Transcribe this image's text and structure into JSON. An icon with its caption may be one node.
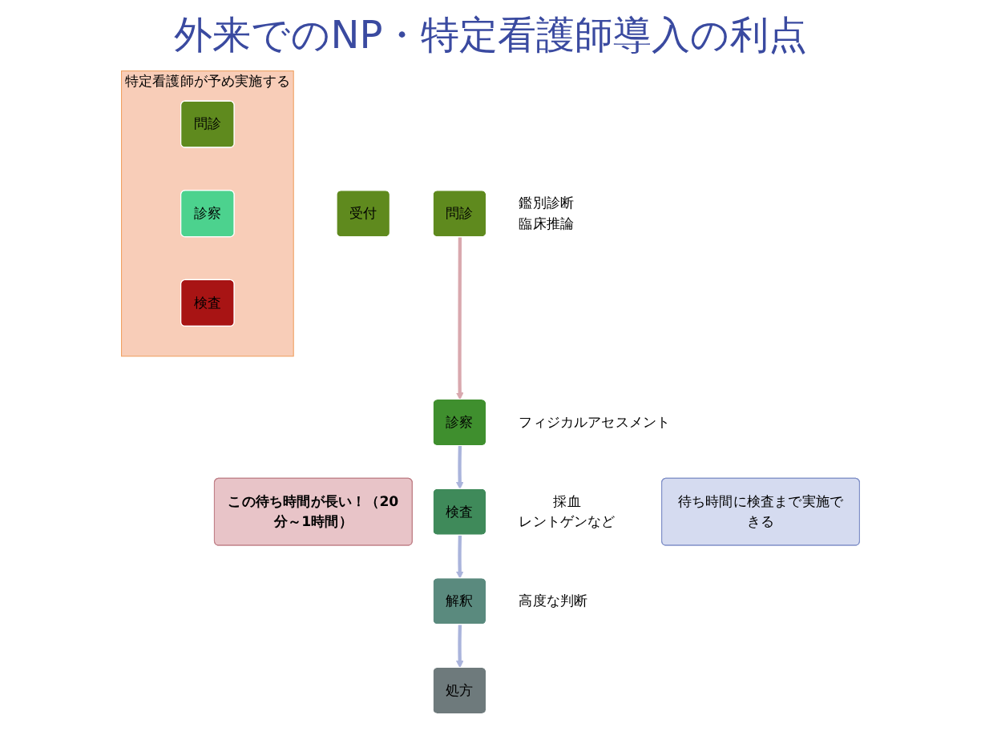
{
  "diagram": {
    "title": "外来でのNP・特定看護師導入の利点",
    "nodes": [
      {
        "text": [
          "受付"
        ]
      },
      {
        "text": [
          "問診"
        ],
        "beside": [
          "鑑別診断",
          "臨床推論"
        ]
      },
      {
        "text": [
          "診察"
        ],
        "beside": [
          "フィジカルアセスメント"
        ]
      },
      {
        "text": [
          "検査"
        ],
        "beside": [
          "採血",
          "レントゲンなど"
        ]
      },
      {
        "text": [
          "解釈"
        ],
        "beside": [
          "高度な判断"
        ]
      },
      {
        "text": [
          "処方"
        ]
      },
      {
        "text": [
          "この待ち時間が長い！（20分～1時間）"
        ]
      },
      {
        "text": [
          "待ち時間に検査まで実施できる"
        ]
      },
      {
        "text": [
          "特定看護師が予め実施する"
        ]
      },
      {
        "text": [
          "問診"
        ],
        "in": 8
      },
      {
        "text": [
          "診察"
        ],
        "in": 8
      },
      {
        "text": [
          "検査"
        ],
        "in": 8
      }
    ],
    "edges": [
      {
        "from": 1,
        "to": 2,
        "arrow": "to",
        "color": "#d9a8ae"
      },
      {
        "from": 2,
        "to": 3,
        "arrow": "to"
      },
      {
        "from": 3,
        "to": 4,
        "arrow": "to"
      },
      {
        "from": 4,
        "to": 5,
        "arrow": "to"
      }
    ]
  }
}
